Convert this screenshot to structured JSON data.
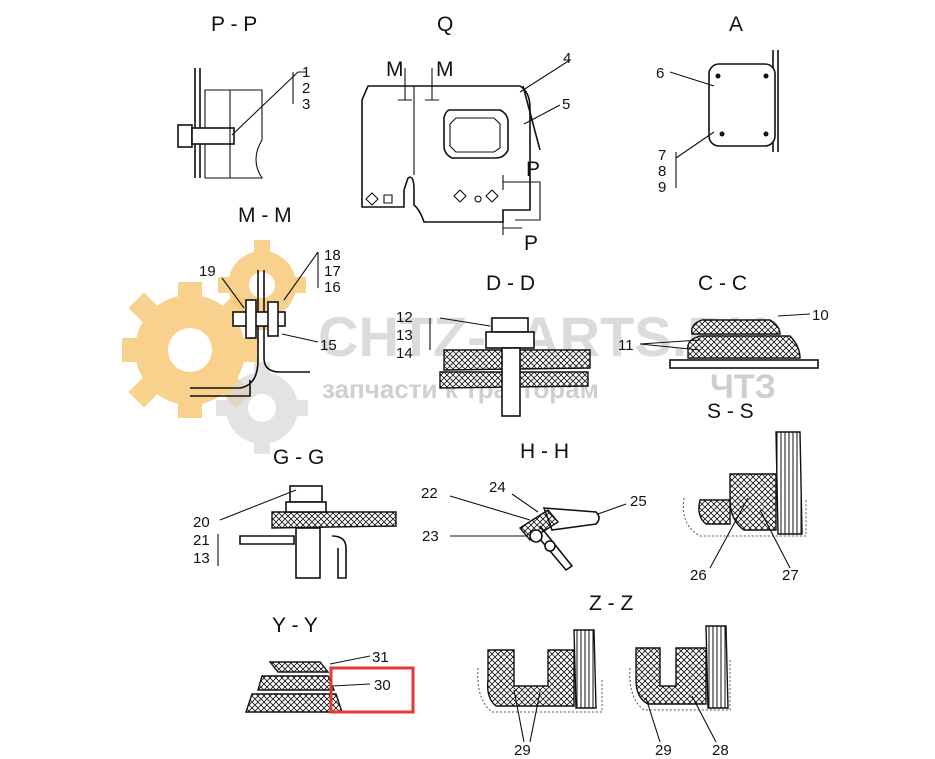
{
  "section_titles": {
    "pp": "P - P",
    "q": "Q",
    "a": "A",
    "mm": "M - M",
    "dd": "D - D",
    "cc": "C - C",
    "ss": "S - S",
    "gg": "G - G",
    "hh": "H - H",
    "yy": "Y - Y",
    "zz": "Z - Z"
  },
  "cut_marks": {
    "m_left": "M",
    "m_right": "M",
    "p_top": "P",
    "p_bottom": "P"
  },
  "callouts": {
    "n1": "1",
    "n2": "2",
    "n3": "3",
    "n4": "4",
    "n5": "5",
    "n6": "6",
    "n7": "7",
    "n8": "8",
    "n9": "9",
    "n10": "10",
    "n11": "11",
    "n12": "12",
    "n13a": "13",
    "n13b": "13",
    "n14": "14",
    "n15": "15",
    "n16": "16",
    "n17": "17",
    "n18": "18",
    "n19": "19",
    "n20": "20",
    "n21": "21",
    "n22": "22",
    "n23": "23",
    "n24": "24",
    "n25": "25",
    "n26": "26",
    "n27": "27",
    "n28": "28",
    "n29a": "29",
    "n29b": "29",
    "n30": "30",
    "n31": "31"
  },
  "watermark": {
    "brand": "CHTZ-PARTS.RU",
    "tagline": "запчасти к тракторам",
    "tagline_mark": "ЧТЗ"
  },
  "highlight": {
    "color": "#e53935",
    "target": "30"
  }
}
